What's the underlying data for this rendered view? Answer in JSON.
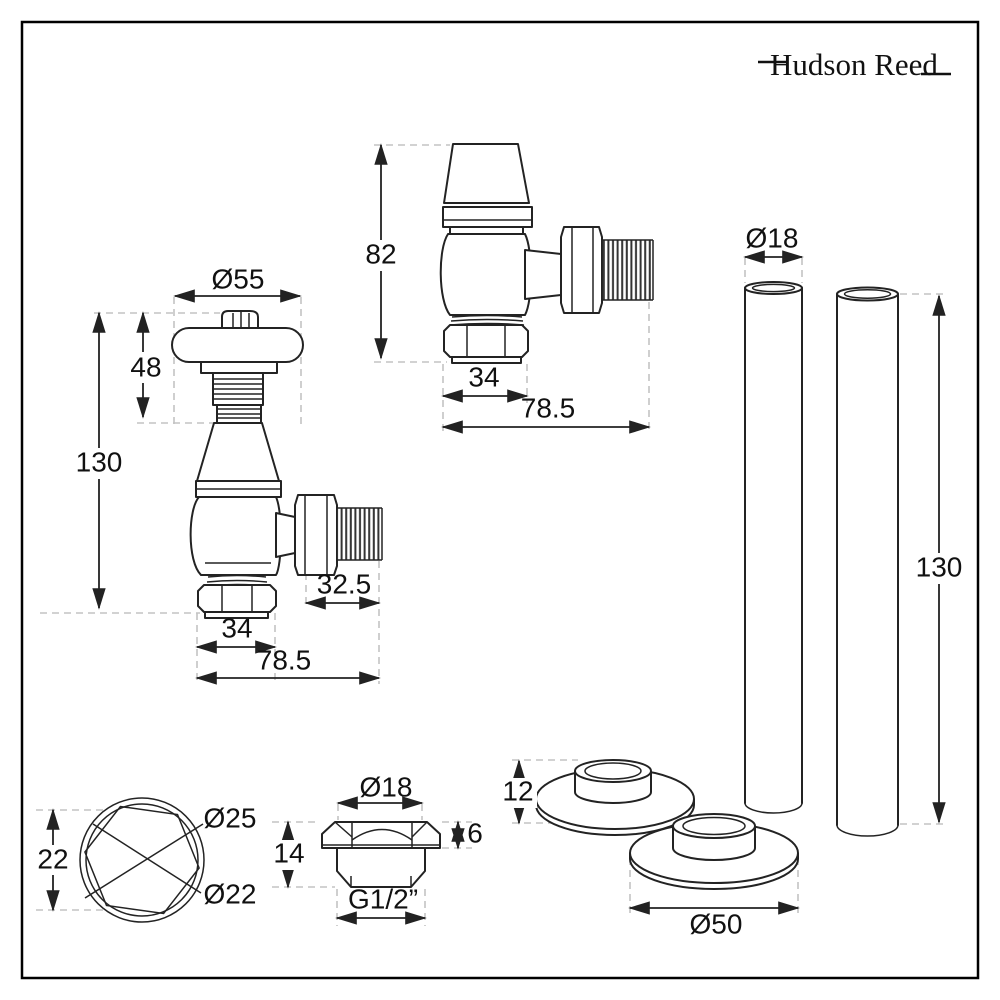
{
  "brand": {
    "name": "Hudson Reed"
  },
  "figures": {
    "angled_valve": {
      "title": "angled radiator valve side view",
      "dims": {
        "head_diameter": "Ø55",
        "head_height": "48",
        "total_height": "130",
        "tail_length": "32.5",
        "nut_width": "34",
        "total_width": "78.5"
      }
    },
    "lockshield_valve": {
      "title": "angled radiator valve front view",
      "dims": {
        "total_height": "82",
        "nut_width": "34",
        "total_width": "78.5"
      }
    },
    "pipes": {
      "title": "pipe tails",
      "dims": {
        "diameter": "Ø18",
        "length": "130"
      }
    },
    "collars": {
      "title": "pipe collars",
      "dims": {
        "height": "12",
        "diameter": "Ø50"
      }
    },
    "nut_top_view": {
      "title": "nut top view",
      "dims": {
        "outer_diameter": "Ø25",
        "inner_diameter": "Ø22",
        "across_flats": "22"
      }
    },
    "blanking_plug": {
      "title": "blanking plug",
      "dims": {
        "head_diameter": "Ø18",
        "head_height": "6",
        "total_height": "14",
        "thread": "G1/2”"
      }
    }
  },
  "colors": {
    "line": "#232323",
    "dash": "#c3c3c3",
    "text": "#111111",
    "frame": "#000000",
    "background": "#ffffff"
  }
}
